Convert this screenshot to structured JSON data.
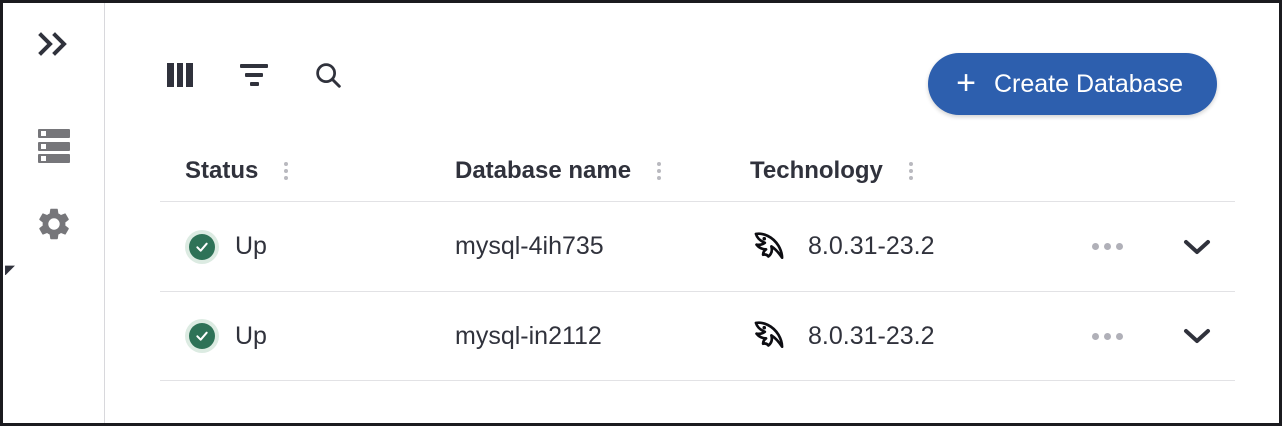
{
  "sidebar": {
    "collapse_icon": "chevron-double-right-icon",
    "items": [
      {
        "icon": "database-stack-icon",
        "name": "databases"
      },
      {
        "icon": "gear-icon",
        "name": "settings"
      }
    ],
    "edge_fragment": "◤"
  },
  "toolbar": {
    "columns_icon": "columns-icon",
    "filter_icon": "filter-icon",
    "search_icon": "search-icon",
    "create_button": {
      "label": "Create Database",
      "plus": "+",
      "color": "#2d5fae"
    }
  },
  "table": {
    "columns": [
      {
        "key": "status",
        "label": "Status"
      },
      {
        "key": "name",
        "label": "Database name"
      },
      {
        "key": "technology",
        "label": "Technology"
      }
    ],
    "rows": [
      {
        "status": "Up",
        "status_icon": "check-circle-icon",
        "status_color": "#2e7257",
        "name": "mysql-4ih735",
        "tech_icon": "mysql-dolphin-icon",
        "version": "8.0.31-23.2",
        "more_icon": "dots-horizontal-icon",
        "expand_icon": "chevron-down-icon"
      },
      {
        "status": "Up",
        "status_icon": "check-circle-icon",
        "status_color": "#2e7257",
        "name": "mysql-in2112",
        "tech_icon": "mysql-dolphin-icon",
        "version": "8.0.31-23.2",
        "more_icon": "dots-horizontal-icon",
        "expand_icon": "chevron-down-icon"
      }
    ]
  }
}
